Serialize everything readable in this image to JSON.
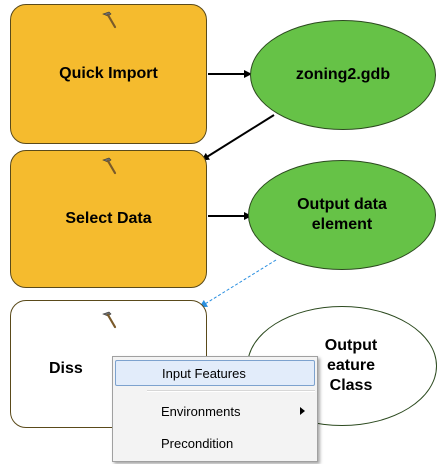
{
  "model": {
    "tools": [
      {
        "id": "quick-import",
        "label": "Quick Import",
        "color": "#f5bb2e",
        "icon": "hammer-icon"
      },
      {
        "id": "select-data",
        "label": "Select Data",
        "color": "#f5bb2e",
        "icon": "hammer-icon"
      },
      {
        "id": "dissolve",
        "label": "Diss",
        "color": "#ffffff",
        "icon": "hammer-icon"
      }
    ],
    "data_elements": [
      {
        "id": "zoning2",
        "label": "zoning2.gdb",
        "color": "#66c247"
      },
      {
        "id": "output-data-element",
        "label": "Output data\nelement",
        "color": "#66c247"
      },
      {
        "id": "output-feature-class",
        "label": "Output\neature\nClass",
        "color": "#ffffff"
      }
    ],
    "connector_colors": {
      "solid": "#000000",
      "dashed": "#2a8fe0"
    }
  },
  "context_menu": {
    "items": [
      {
        "label": "Input Features",
        "highlighted": true,
        "has_submenu": false
      },
      {
        "label": "Environments",
        "highlighted": false,
        "has_submenu": true
      },
      {
        "label": "Precondition",
        "highlighted": false,
        "has_submenu": false
      }
    ],
    "highlight_color": "#e2ecfa"
  }
}
